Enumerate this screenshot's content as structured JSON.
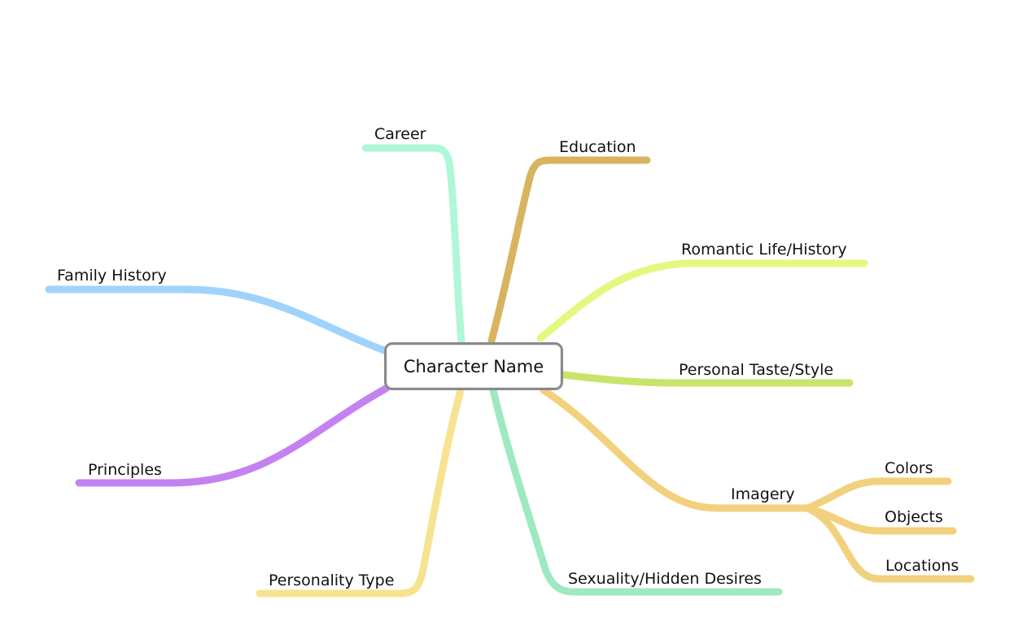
{
  "center": {
    "label": "Character Name"
  },
  "branches": {
    "career": {
      "label": "Career",
      "color": "#aef7d9"
    },
    "education": {
      "label": "Education",
      "color": "#d9b460"
    },
    "romantic": {
      "label": "Romantic Life/History",
      "color": "#e2f97f"
    },
    "family": {
      "label": "Family History",
      "color": "#9fd3fb"
    },
    "taste": {
      "label": "Personal Taste/Style",
      "color": "#c9e36c"
    },
    "principles": {
      "label": "Principles",
      "color": "#c482f1"
    },
    "imagery": {
      "label": "Imagery",
      "color": "#f2d17e"
    },
    "colors": {
      "label": "Colors",
      "color": "#f2d17e"
    },
    "objects": {
      "label": "Objects",
      "color": "#f2d17e"
    },
    "locations": {
      "label": "Locations",
      "color": "#f2d17e"
    },
    "personality": {
      "label": "Personality Type",
      "color": "#f7e38f"
    },
    "sexuality": {
      "label": "Sexuality/Hidden Desires",
      "color": "#9ee9c0"
    }
  }
}
